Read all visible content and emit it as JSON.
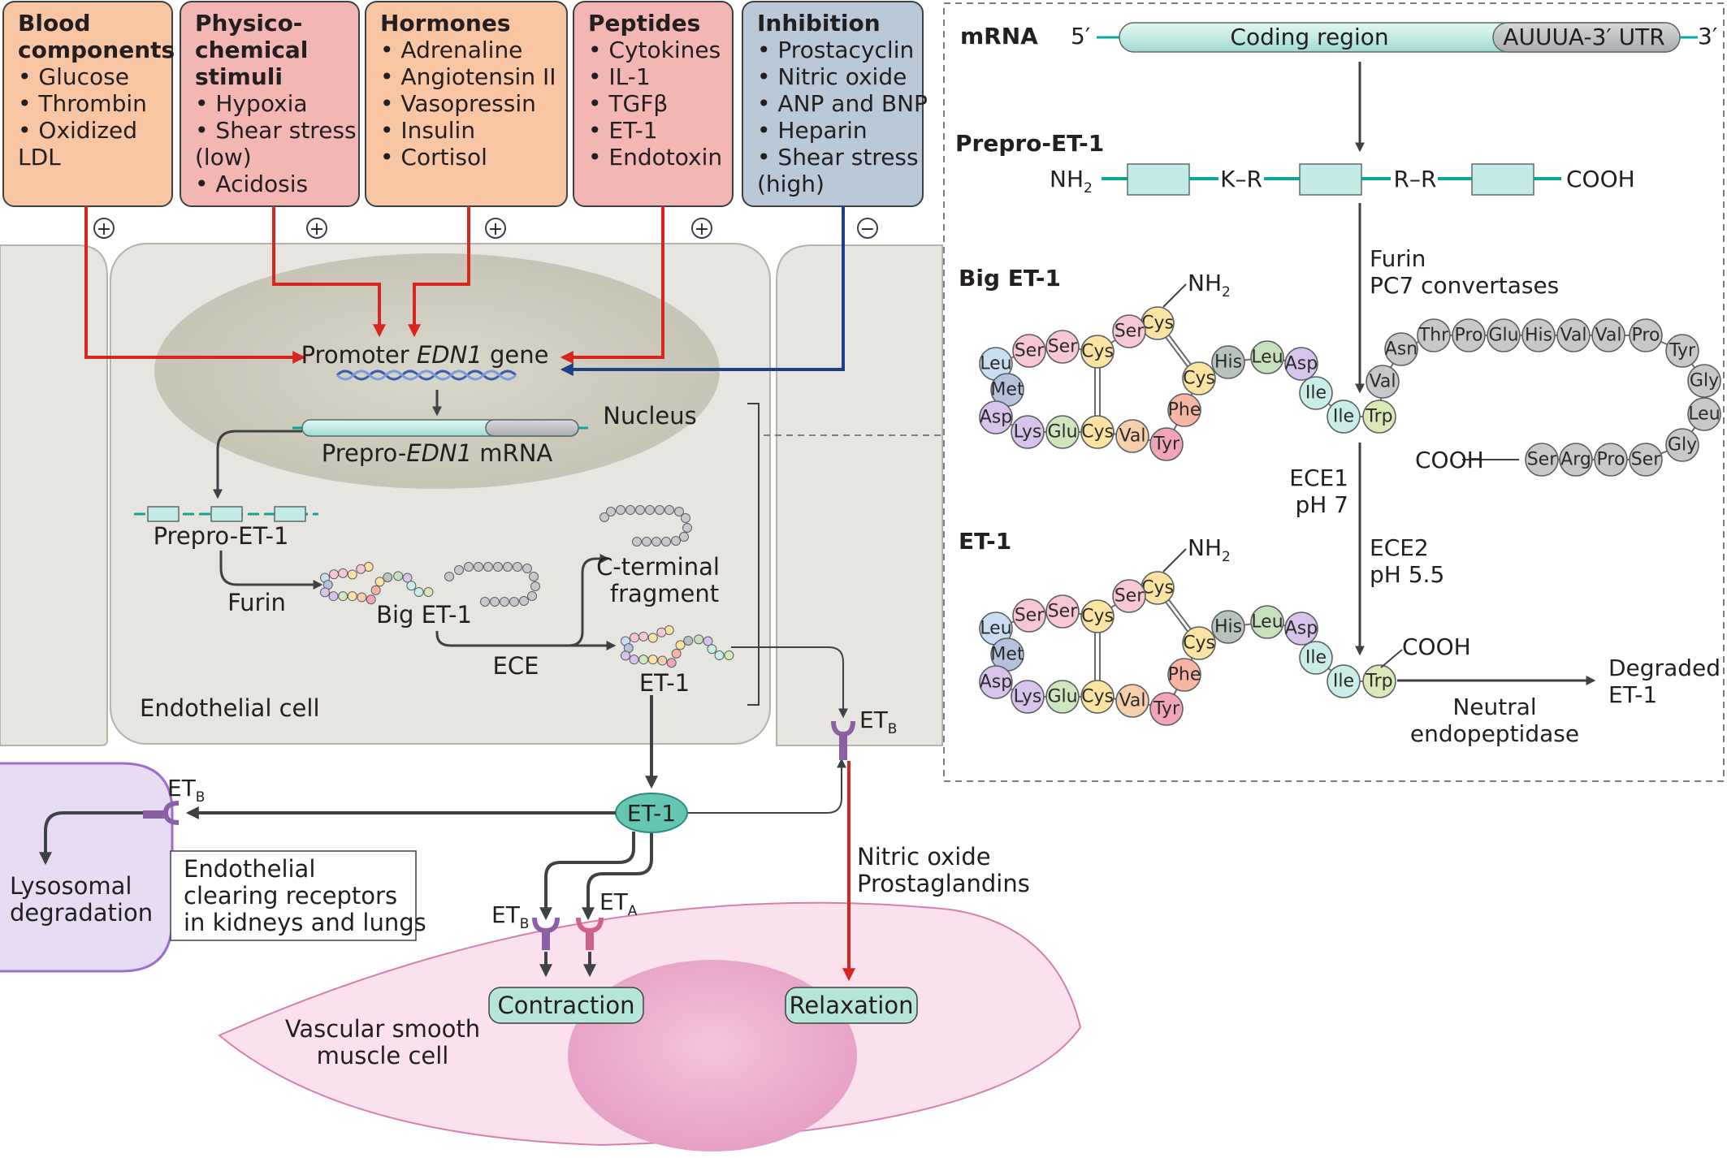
{
  "stimuli": [
    {
      "title": "Blood components",
      "title_lines": [
        "Blood",
        "components"
      ],
      "items": [
        "• Glucose",
        "• Thrombin",
        "• Oxidized",
        "  LDL"
      ],
      "color": "#f9c6a3",
      "sign": "+"
    },
    {
      "title": "Physico-chemical stimuli",
      "title_lines": [
        "Physico-",
        "chemical",
        "stimuli"
      ],
      "items": [
        "• Hypoxia",
        "• Shear stress",
        "  (low)",
        "• Acidosis"
      ],
      "color": "#f2b7b2",
      "sign": "+"
    },
    {
      "title": "Hormones",
      "title_lines": [
        "Hormones"
      ],
      "items": [
        "• Adrenaline",
        "• Angiotensin II",
        "• Vasopressin",
        "• Insulin",
        "• Cortisol"
      ],
      "color": "#f9c6a3",
      "sign": "+"
    },
    {
      "title": "Peptides",
      "title_lines": [
        "Peptides"
      ],
      "items": [
        "• Cytokines",
        "• IL-1",
        "• TGFβ",
        "• ET-1",
        "• Endotoxin"
      ],
      "color": "#f2b7b2",
      "sign": "+"
    },
    {
      "title": "Inhibition",
      "title_lines": [
        "Inhibition"
      ],
      "items": [
        "• Prostacyclin",
        "• Nitric oxide",
        "• ANP and BNP",
        "• Heparin",
        "• Shear stress",
        "  (high)"
      ],
      "color": "#b9c9da",
      "sign": "−"
    }
  ],
  "cell": {
    "promoter_prefix": "Promoter ",
    "promoter_gene": "EDN1",
    "promoter_suffix": " gene",
    "nucleus": "Nucleus",
    "mrna_prefix": "Prepro-",
    "mrna_gene": "EDN1",
    "mrna_suffix": " mRNA",
    "prepro": "Prepro-ET-1",
    "furin": "Furin",
    "big_et1": "Big ET-1",
    "ece": "ECE",
    "c_terminal_1": "C-terminal",
    "c_terminal_2": "fragment",
    "et1": "ET-1",
    "endothelial_cell": "Endothelial cell"
  },
  "receptors": {
    "etb": "ET",
    "etb_sub": "B",
    "eta": "ET",
    "eta_sub": "A"
  },
  "lower": {
    "et1_node": "ET-1",
    "lysosomal_1": "Lysosomal",
    "lysosomal_2": "degradation",
    "clearing_1": "Endothelial",
    "clearing_2": "clearing receptors",
    "clearing_3": "in kidneys and lungs",
    "no_1": "Nitric oxide",
    "no_2": "Prostaglandins",
    "contraction": "Contraction",
    "relaxation": "Relaxation",
    "vsmc_1": "Vascular smooth",
    "vsmc_2": "muscle cell"
  },
  "panel": {
    "mrna": "mRNA",
    "five_prime": "5′",
    "three_prime": "3′",
    "coding_region": "Coding region",
    "utr": "AUUUA-3′ UTR",
    "prepro_title": "Prepro-ET-1",
    "nh2": "NH",
    "nh2_sub": "2",
    "kr": "K–R",
    "rr": "R–R",
    "cooh": "COOH",
    "furin_1": "Furin",
    "furin_2": "PC7 convertases",
    "big_title": "Big ET-1",
    "ece1_1": "ECE1",
    "ece1_2": "pH 7",
    "ece2_1": "ECE2",
    "ece2_2": "pH 5.5",
    "et1_title": "ET-1",
    "neutral_1": "Neutral",
    "neutral_2": "endopeptidase",
    "degraded_1": "Degraded",
    "degraded_2": "ET-1"
  },
  "peptide": {
    "et1_residues": [
      {
        "aa": "Cys",
        "color": "#fbe3a1"
      },
      {
        "aa": "Ser",
        "color": "#f7c7d3"
      },
      {
        "aa": "Cys",
        "color": "#fbe3a1"
      },
      {
        "aa": "Ser",
        "color": "#f7c7d3"
      },
      {
        "aa": "Ser",
        "color": "#f7c7d3"
      },
      {
        "aa": "Leu",
        "color": "#c9def2"
      },
      {
        "aa": "Met",
        "color": "#b6c2dd"
      },
      {
        "aa": "Asp",
        "color": "#d7c3ec"
      },
      {
        "aa": "Lys",
        "color": "#d7c3ec"
      },
      {
        "aa": "Glu",
        "color": "#cfe6be"
      },
      {
        "aa": "Cys",
        "color": "#fbe3a1"
      },
      {
        "aa": "Val",
        "color": "#f7cfab"
      },
      {
        "aa": "Tyr",
        "color": "#f2a5b6"
      },
      {
        "aa": "Phe",
        "color": "#f6b6a3"
      },
      {
        "aa": "Cys",
        "color": "#fbe3a1"
      },
      {
        "aa": "His",
        "color": "#b7c4bc"
      },
      {
        "aa": "Leu",
        "color": "#c6e1bb"
      },
      {
        "aa": "Asp",
        "color": "#d7c3ec"
      },
      {
        "aa": "Ile",
        "color": "#c9ede8"
      },
      {
        "aa": "Ile",
        "color": "#c9ede8"
      },
      {
        "aa": "Trp",
        "color": "#d9eab7"
      }
    ],
    "tail_residues": [
      "Val",
      "Asn",
      "Thr",
      "Pro",
      "Glu",
      "His",
      "Val",
      "Val",
      "Pro",
      "Tyr",
      "Gly",
      "Leu",
      "Gly",
      "Ser",
      "Pro",
      "Arg",
      "Ser"
    ],
    "tail_color": "#c6c8ca"
  },
  "colors": {
    "stimulatory": "#d7251f",
    "inhibitory": "#1f3f86",
    "neutral": "#3f4245",
    "teal": "#0aa89b",
    "cell_fill": "#e6e5df",
    "nucleus": "#cdcbbd",
    "receptor_etb": "#8b5ea6",
    "receptor_eta": "#d0628a"
  }
}
